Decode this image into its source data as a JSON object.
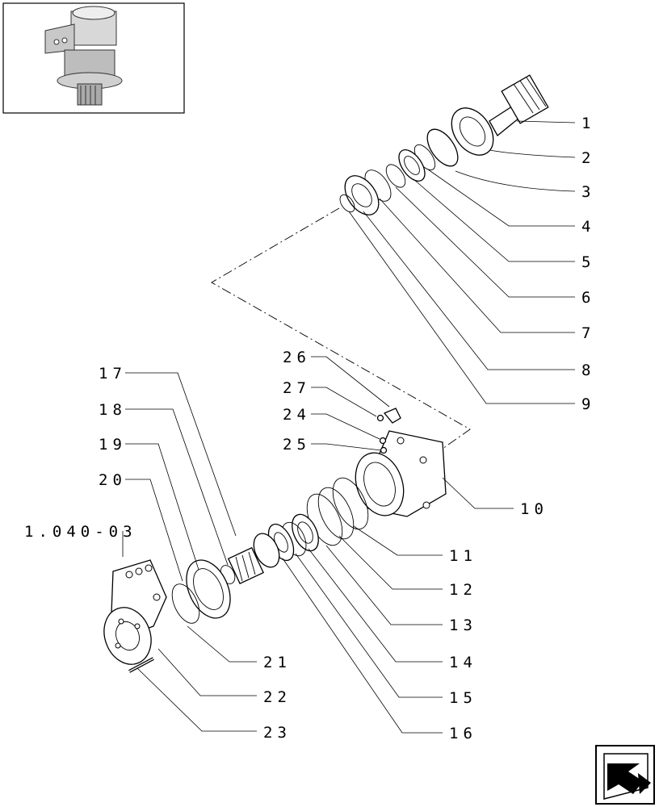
{
  "callouts": {
    "c1": "1",
    "c2": "2",
    "c3": "3",
    "c4": "4",
    "c5": "5",
    "c6": "6",
    "c7": "7",
    "c8": "8",
    "c9": "9",
    "c10": "10",
    "c11": "11",
    "c12": "12",
    "c13": "13",
    "c14": "14",
    "c15": "15",
    "c16": "16",
    "c17": "17",
    "c18": "18",
    "c19": "19",
    "c20": "20",
    "c21": "21",
    "c22": "22",
    "c23": "23",
    "c24": "24",
    "c25": "25",
    "c26": "26",
    "c27": "27",
    "ref": "1.040-03"
  },
  "icons": {
    "thumbnail": "assembly-thumbnail-icon",
    "nav": "next-page-arrow-icon"
  }
}
